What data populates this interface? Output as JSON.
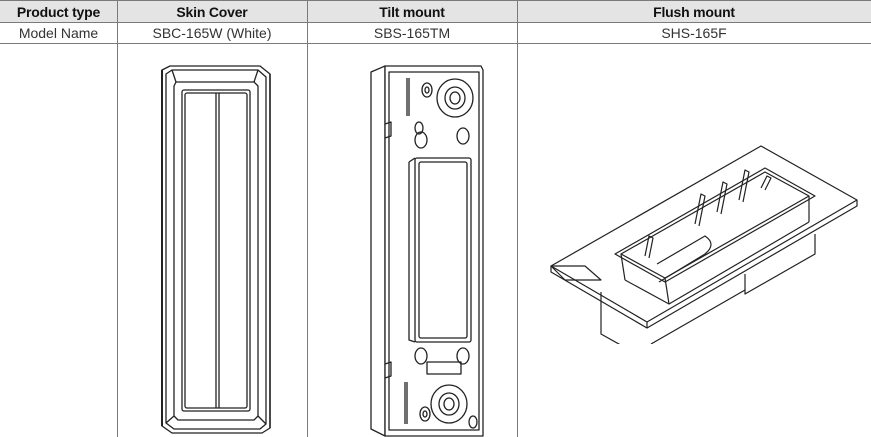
{
  "table": {
    "headers": [
      "Product type",
      "Skin Cover",
      "Tilt mount",
      "Flush mount"
    ],
    "row_label": "Model Name",
    "models": [
      "SBC-165W (White)",
      "SBS-165TM",
      "SHS-165F"
    ]
  },
  "images": {
    "skin_cover": "skin-cover-drawing",
    "tilt_mount": "tilt-mount-drawing",
    "flush_mount": "flush-mount-drawing"
  }
}
